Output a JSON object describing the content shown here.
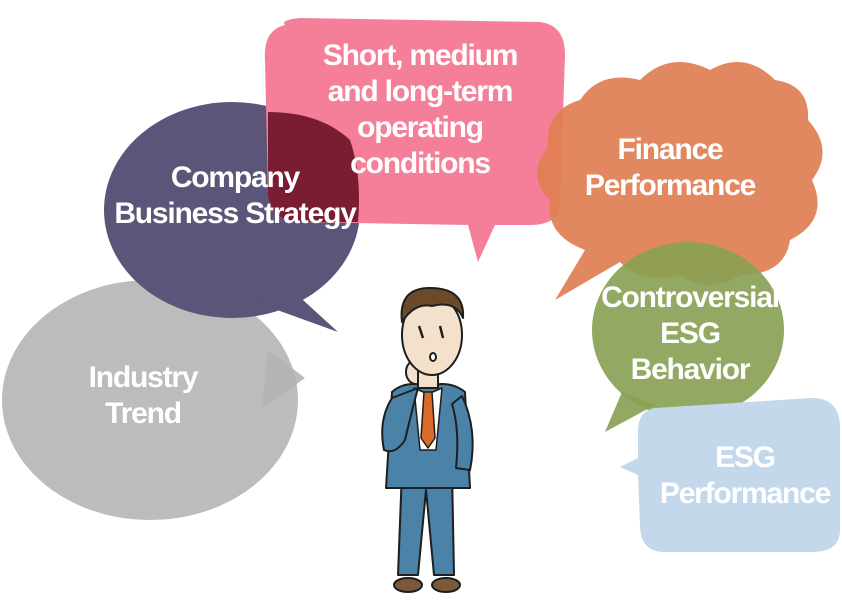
{
  "colors": {
    "industry": "#b3b3b3",
    "strategy": "#5c5579",
    "conditions": "#f57f98",
    "overlap": "#7a1c32",
    "finance": "#e07e52",
    "controversial": "#8aa155",
    "esg": "#c4d8ec",
    "suit": "#4b82a8",
    "tie": "#d96a2a"
  },
  "bubbles": {
    "industry": {
      "line1": "Industry",
      "line2": "Trend"
    },
    "strategy": {
      "line1": "Company",
      "line2": "Business Strategy"
    },
    "conditions": {
      "line1": "Short, medium",
      "line2": "and long-term",
      "line3": "operating",
      "line4": "conditions"
    },
    "finance": {
      "line1": "Finance",
      "line2": "Performance"
    },
    "controversial": {
      "line1": "Controversial",
      "line2": "ESG",
      "line3": "Behavior"
    },
    "esg": {
      "line1": "ESG",
      "line2": "Performance"
    }
  },
  "figure": {
    "icon": "thinking-businessman-icon"
  }
}
